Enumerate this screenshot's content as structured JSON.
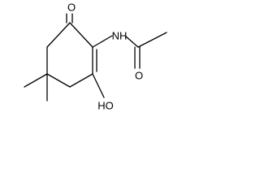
{
  "molecule": {
    "atoms": {
      "ketone_oxygen": "O",
      "amide_nitrogen": "NH",
      "amide_oxygen": "O",
      "hydroxyl": "HO"
    },
    "colors": {
      "bond": "#000000",
      "text": "#000000",
      "background": "#ffffff"
    }
  }
}
